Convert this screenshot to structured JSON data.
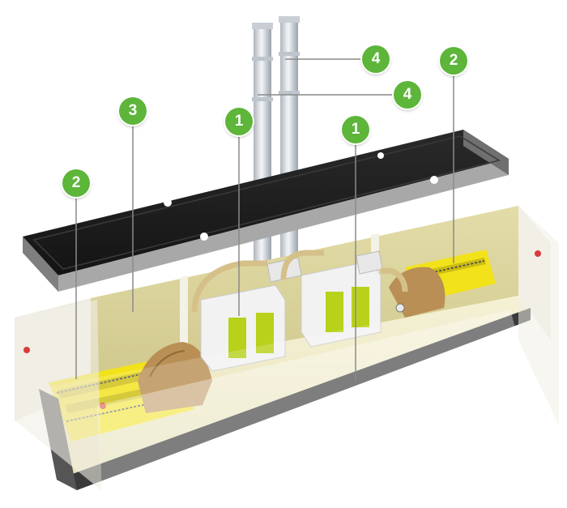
{
  "callouts": [
    {
      "id": "c-4a",
      "label": "4"
    },
    {
      "id": "c-4b",
      "label": "4"
    },
    {
      "id": "c-2r",
      "label": "2"
    },
    {
      "id": "c-3",
      "label": "3"
    },
    {
      "id": "c-1a",
      "label": "1"
    },
    {
      "id": "c-1b",
      "label": "1"
    },
    {
      "id": "c-2l",
      "label": "2"
    }
  ],
  "colors": {
    "callout": "#5db53a",
    "roof": "#1f1f1f",
    "roof_edge": "#8e8e8e",
    "wall_inner": "#d9d49c",
    "floor": "#efe9bf",
    "filter_green": "#b8d11b",
    "brush_yellow": "#f2e21a",
    "chimney": "#d6dbe0"
  }
}
